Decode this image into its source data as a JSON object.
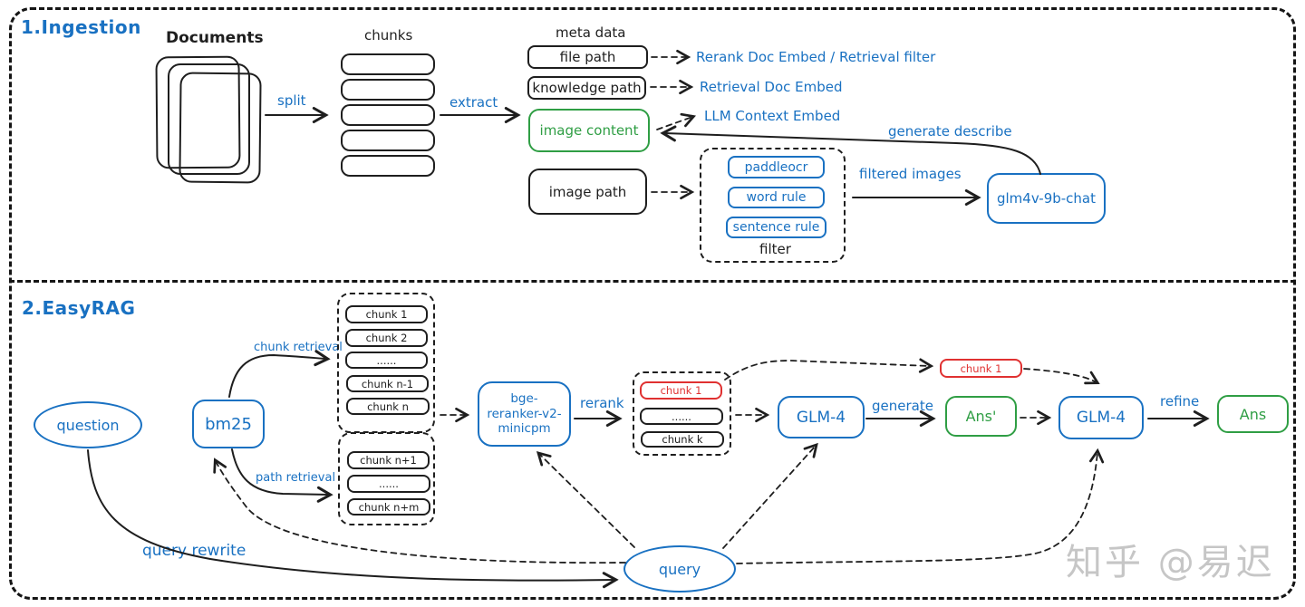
{
  "watermark": "知乎 @易迟",
  "colors": {
    "blue": "#1971c2",
    "green": "#2f9e44",
    "red": "#e03131",
    "ink": "#1e1e1e",
    "watermark_gray": "#c6c6c6"
  },
  "ingestion": {
    "title": "1.Ingestion",
    "documents_label": "Documents",
    "chunks_label": "chunks",
    "meta_data_label": "meta data",
    "split_label": "split",
    "extract_label": "extract",
    "meta_boxes": {
      "file_path": "file path",
      "knowledge_path": "knowledge path",
      "image_content": "image content",
      "image_path": "image path"
    },
    "annotations": {
      "rerank_doc_embed": "Rerank Doc Embed  / Retrieval filter",
      "retrieval_doc_embed": "Retrieval Doc Embed",
      "llm_context_embed": "LLM Context Embed",
      "generate_describe": "generate describe",
      "filtered_images": "filtered images"
    },
    "filter": {
      "label": "filter",
      "items": [
        "paddleocr",
        "word rule",
        "sentence rule"
      ]
    },
    "vision_model": "glm4v-9b-chat"
  },
  "easyrag": {
    "title": "2.EasyRAG",
    "question_label": "question",
    "bm25_label": "bm25",
    "chunk_retrieval_label": "chunk retrieval",
    "path_retrieval_label": "path retrieval",
    "chunk_group1": [
      "chunk 1",
      "chunk 2",
      "......",
      "chunk n-1",
      "chunk n"
    ],
    "chunk_group2": [
      "chunk n+1",
      "......",
      "chunk n+m"
    ],
    "reranker_model": "bge-\nreranker-v2-\nminicpm",
    "rerank_label": "rerank",
    "reranked_chunks": [
      "chunk 1",
      "......",
      "chunk k"
    ],
    "glm4_label": "GLM-4",
    "generate_label": "generate",
    "ans_prime_label": "Ans'",
    "refine_label": "refine",
    "ans_label": "Ans",
    "chunk1_forward_label": "chunk 1",
    "query_label": "query",
    "query_rewrite_label": "query rewrite"
  }
}
